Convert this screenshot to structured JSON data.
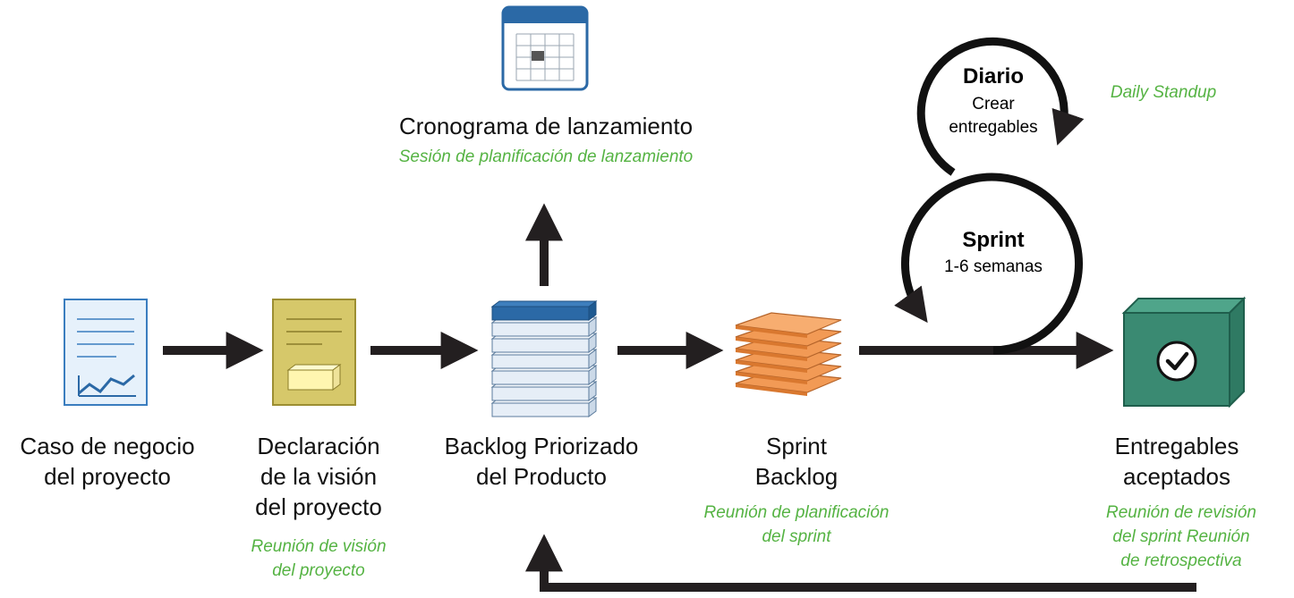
{
  "nodes": {
    "business_case": {
      "lines": [
        "Caso de negocio",
        "del proyecto"
      ]
    },
    "vision": {
      "lines": [
        "Declaración",
        "de la visión",
        "del proyecto"
      ],
      "meeting": [
        "Reunión de visión",
        "del proyecto"
      ]
    },
    "backlog": {
      "lines": [
        "Backlog Priorizado",
        "del Producto"
      ]
    },
    "release": {
      "title": "Cronograma de lanzamiento",
      "meeting": "Sesión de planificación de lanzamiento"
    },
    "sprint_backlog": {
      "lines": [
        "Sprint",
        "Backlog"
      ],
      "meeting": [
        "Reunión de planificación",
        "del sprint"
      ]
    },
    "accepted": {
      "lines": [
        "Entregables",
        "aceptados"
      ],
      "meeting": [
        "Reunión de revisión",
        "del sprint Reunión",
        "de retrospectiva"
      ]
    }
  },
  "daily": {
    "title": "Diario",
    "lines": [
      "Crear",
      "entregables"
    ],
    "meeting": "Daily Standup"
  },
  "sprint": {
    "title": "Sprint",
    "duration": "1-6 semanas"
  },
  "colors": {
    "arrow": "#231f20",
    "meeting_text": "#55b343",
    "doc_blue": "#e6f1fb",
    "doc_blue_stroke": "#3a7dbf",
    "vision_doc": "#d6c86a",
    "backlog_top": "#2b69a6",
    "sprint_layers": "#f29a55",
    "box_green": "#3a8a72"
  }
}
